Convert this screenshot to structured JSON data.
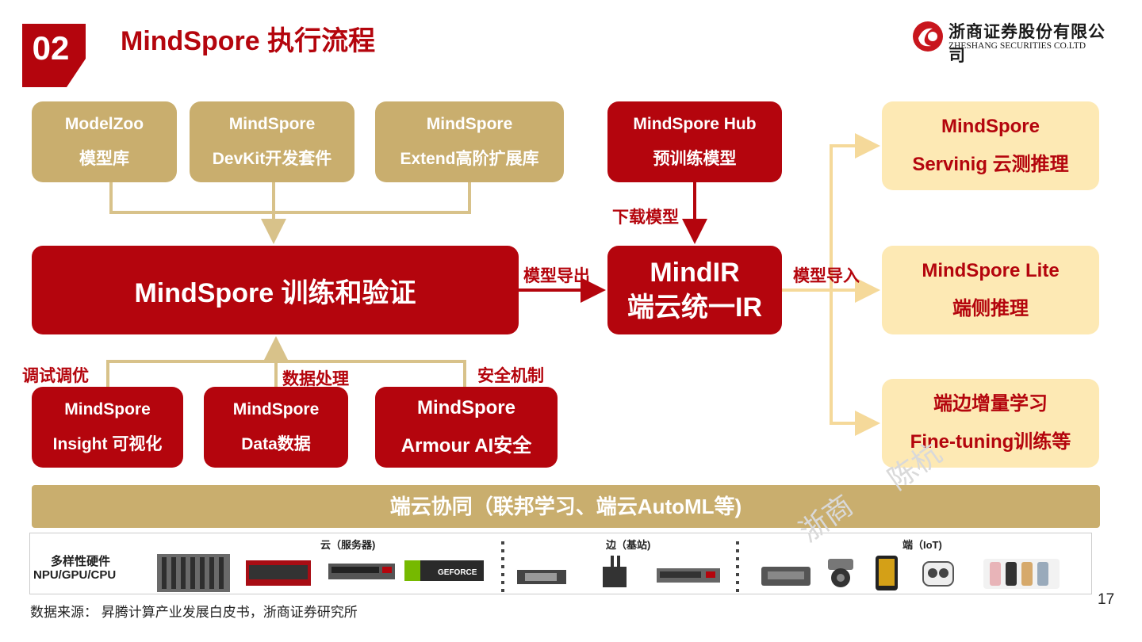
{
  "header": {
    "section_number": "02",
    "title": "MindSpore 执行流程"
  },
  "logo": {
    "cn": "浙商证券股份有限公司",
    "en": "ZHESHANG SECURITIES CO.LTD"
  },
  "top_boxes": [
    {
      "line1": "ModelZoo",
      "line2": "模型库"
    },
    {
      "line1": "MindSpore",
      "line2": "DevKit开发套件"
    },
    {
      "line1": "MindSpore",
      "line2": "Extend高阶扩展库"
    }
  ],
  "hub": {
    "line1": "MindSpore Hub",
    "line2": "预训练模型"
  },
  "train": {
    "label": "MindSpore 训练和验证"
  },
  "mindir": {
    "line1": "MindIR",
    "line2": "端云统一IR"
  },
  "edge_labels": {
    "download": "下载模型",
    "export": "模型导出",
    "import": "模型导入",
    "debug": "调试调优",
    "data": "数据处理",
    "security": "安全机制"
  },
  "bottom_boxes": [
    {
      "line1": "MindSpore",
      "line2": "Insight 可视化"
    },
    {
      "line1": "MindSpore",
      "line2": "Data数据"
    },
    {
      "line1": "MindSpore",
      "line2": "Armour AI安全"
    }
  ],
  "right_boxes": [
    {
      "line1": "MindSpore",
      "line2": "Servinig 云测推理"
    },
    {
      "line1": "MindSpore Lite",
      "line2": "端侧推理"
    },
    {
      "line1": "端边增量学习",
      "line2": "Fine-tuning训练等"
    }
  ],
  "band": {
    "label": "端云协同（联邦学习、端云AutoML等)"
  },
  "hardware": {
    "label1": "多样性硬件",
    "label2": "NPU/GPU/CPU",
    "cloud": "云（服务器)",
    "edge": "边（基站)",
    "device": "端（IoT)",
    "gpu_text": "GEFORCE"
  },
  "footer": {
    "source": "数据来源：  昇腾计算产业发展白皮书，浙商证券研究所",
    "page": "17"
  },
  "watermark": {
    "text1": "浙商",
    "text2": "陈杭"
  },
  "colors": {
    "red": "#b4050d",
    "gold": "#c9ae6e",
    "cream": "#fde9b4",
    "arrow_gold": "#f5d99a"
  }
}
